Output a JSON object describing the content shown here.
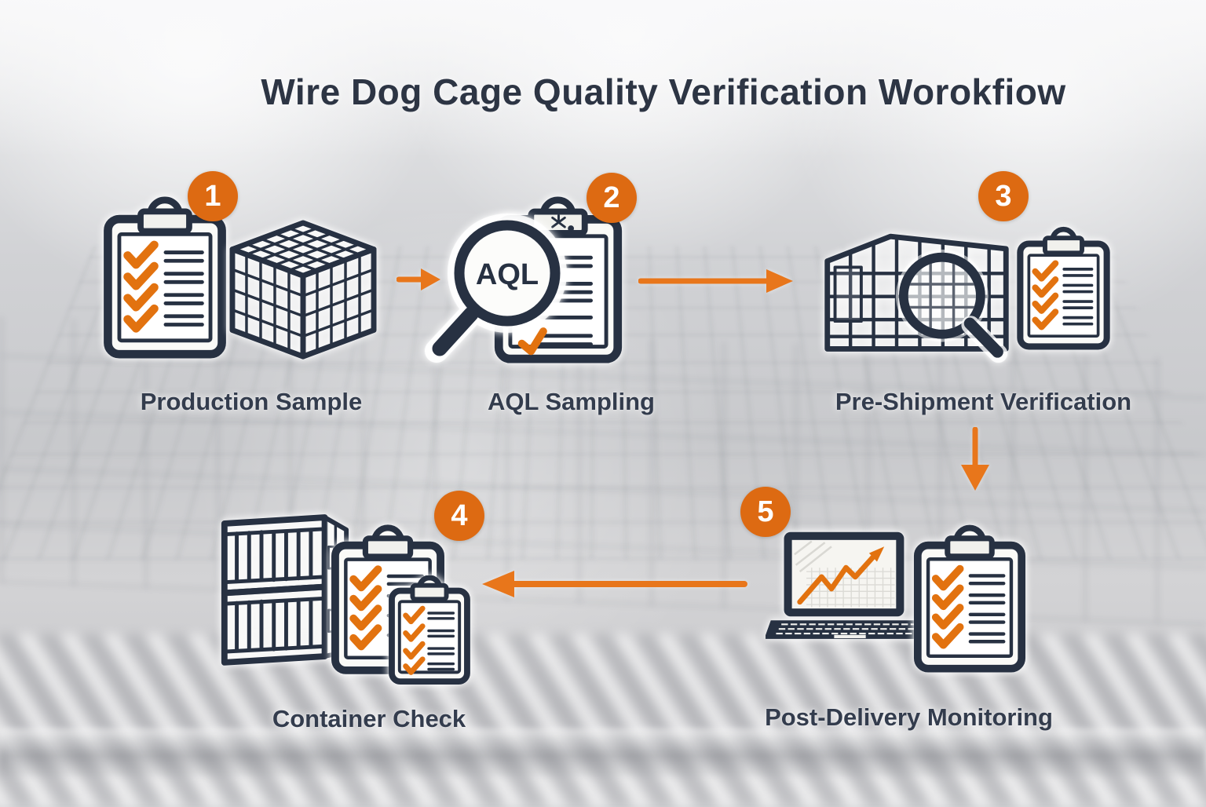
{
  "title": "Wire Dog Cage Quality Verification Worokfiow",
  "colors": {
    "accent_badge": "#DD6A12",
    "arrow_orange": "#E8761B",
    "check_orange": "#E2720F",
    "ink_navy": "#273142",
    "title_navy": "#2D3544",
    "paper": "#FAFAF7",
    "background_gray": "#D3D4D6"
  },
  "steps": [
    {
      "number": "1",
      "label": "Production Sample",
      "icons": [
        "checklist-clipboard-icon",
        "wire-cage-cube-icon"
      ]
    },
    {
      "number": "2",
      "label": "AQL Sampling",
      "magnifier_text": "AQL",
      "icons": [
        "checklist-clipboard-icon",
        "aql-magnifier-icon"
      ]
    },
    {
      "number": "3",
      "label": "Pre-Shipment Verification",
      "icons": [
        "wire-cage-inspection-icon",
        "magnifier-icon",
        "checklist-clipboard-icon"
      ]
    },
    {
      "number": "4",
      "label": "Container Check",
      "icons": [
        "shipping-container-icon",
        "checklist-clipboard-icon",
        "small-clipboard-icon"
      ]
    },
    {
      "number": "5",
      "label": "Post-Delivery Monitoring",
      "icons": [
        "laptop-trend-chart-icon",
        "checklist-clipboard-icon"
      ]
    }
  ],
  "flow": {
    "arrows": [
      {
        "from": "1",
        "to": "2",
        "direction": "right"
      },
      {
        "from": "2",
        "to": "3",
        "direction": "right"
      },
      {
        "from": "3",
        "to": "5",
        "direction": "down"
      },
      {
        "from": "5",
        "to": "4",
        "direction": "left"
      }
    ]
  }
}
